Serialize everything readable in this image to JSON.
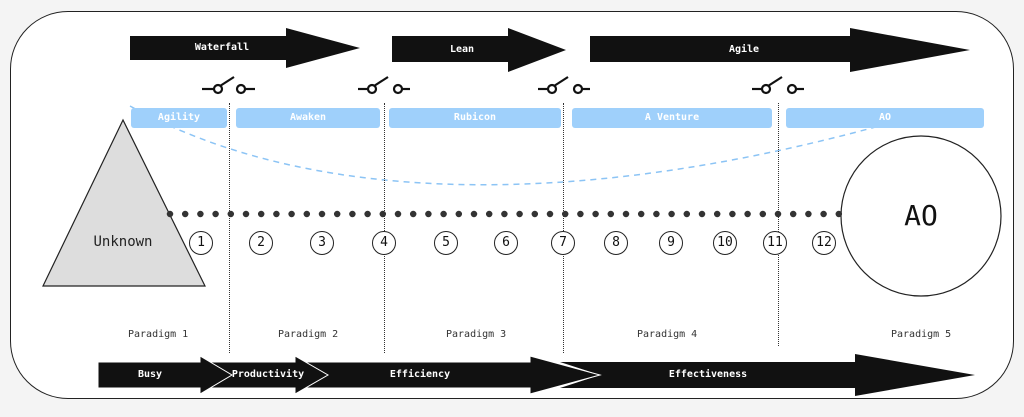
{
  "top_arrows": [
    {
      "label": "Waterfall"
    },
    {
      "label": "Lean"
    },
    {
      "label": "Agile"
    }
  ],
  "bars": [
    {
      "label": "Agility"
    },
    {
      "label": "Awaken"
    },
    {
      "label": "Rubicon"
    },
    {
      "label": "A Venture"
    },
    {
      "label": "AO"
    }
  ],
  "triangle_label": "Unknown",
  "big_circle_label": "AO",
  "steps": [
    "1",
    "2",
    "3",
    "4",
    "5",
    "6",
    "7",
    "8",
    "9",
    "10",
    "11",
    "12"
  ],
  "paradigms": [
    "Paradigm 1",
    "Paradigm 2",
    "Paradigm 3",
    "Paradigm 4",
    "Paradigm 5"
  ],
  "bottom_arrows": [
    {
      "label": "Busy"
    },
    {
      "label": "Productivity"
    },
    {
      "label": "Efficiency"
    },
    {
      "label": "Effectiveness"
    }
  ],
  "colors": {
    "bar": "#9fd0fb",
    "dashed_curve": "#8cc4f5",
    "arrow": "#111111"
  },
  "icons": [
    "switch-icon",
    "switch-icon",
    "switch-icon",
    "switch-icon"
  ]
}
